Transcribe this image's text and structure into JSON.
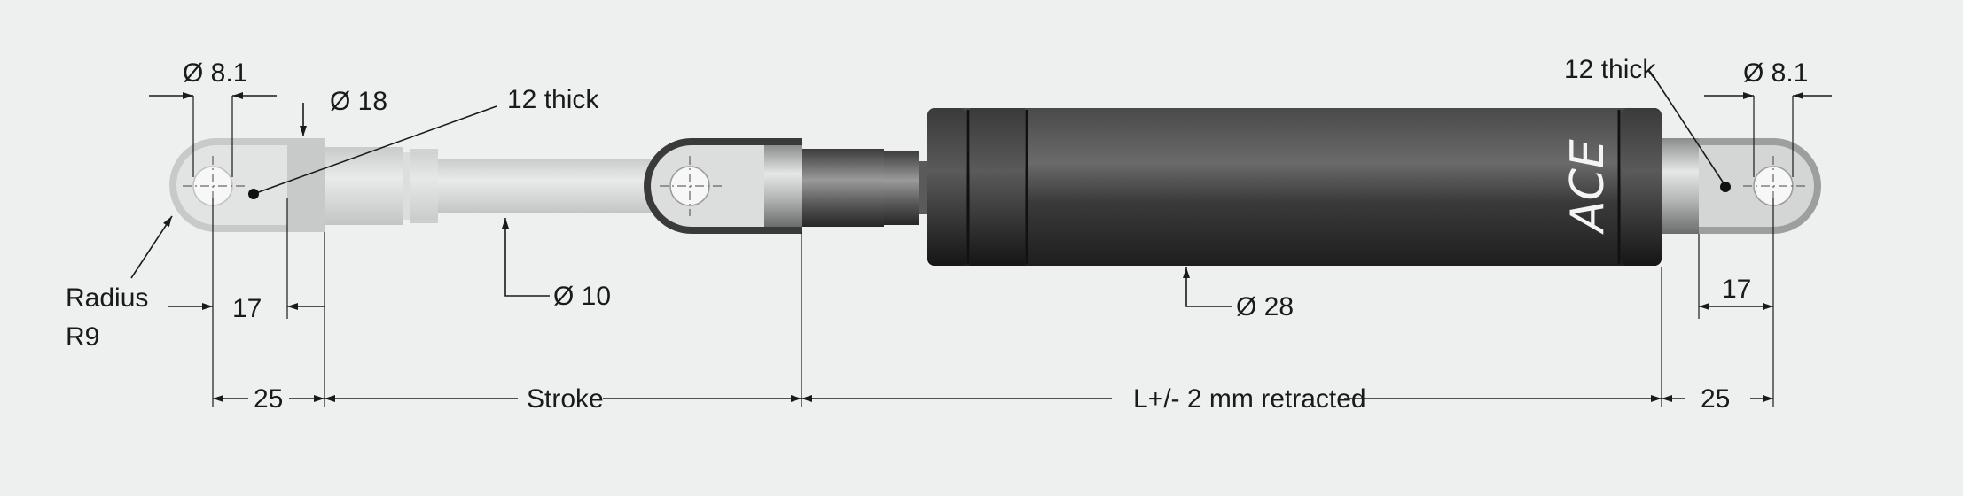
{
  "labels": {
    "dia_left_eye": "Ø 8.1",
    "dia_left_end": "Ø 18",
    "thick_left": "12 thick",
    "radius_line1": "Radius",
    "radius_line2": "R9",
    "dim_17_left": "17",
    "dia_rod": "Ø 10",
    "dim_25_left": "25",
    "stroke": "Stroke",
    "length": "L+/- 2 mm retracted",
    "dia_body": "Ø 28",
    "thick_right": "12 thick",
    "dia_right_eye": "Ø 8.1",
    "dim_17_right": "17",
    "dim_25_right": "25"
  },
  "brand": "ACE",
  "colors": {
    "background": "#eef0ef",
    "body_dark": "#2b2b2b",
    "rod_light": "#d6d8d7",
    "metal": "#b8bbba",
    "brand_text": "#f4f4f4"
  }
}
